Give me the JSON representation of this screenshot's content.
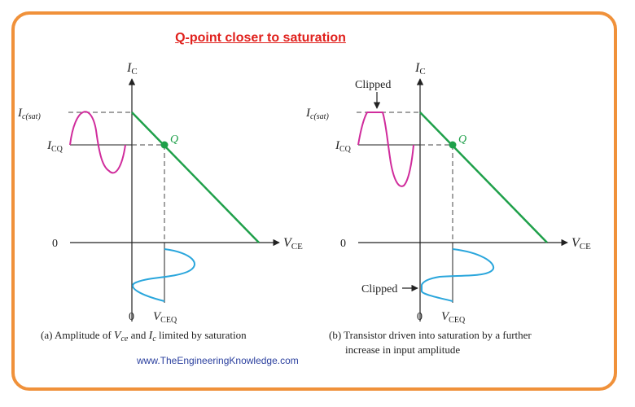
{
  "title": "Q-point closer to saturation",
  "website": "www.TheEngineeringKnowledge.com",
  "colors": {
    "frame": "#f0913a",
    "title": "#e0201c",
    "load_line": "#1fa04a",
    "input_wave": "#d02c9c",
    "output_wave": "#2aa6dc",
    "url": "#2a3f9e"
  },
  "diagrams": [
    {
      "id": "a",
      "y_axis_label": "I",
      "y_axis_sub": "C",
      "x_axis_label": "V",
      "x_axis_sub": "CE",
      "ic_sat_label": "I",
      "ic_sat_sub": "c(sat)",
      "icq_label": "I",
      "icq_sub": "CQ",
      "q_label": "Q",
      "zero_y": "0",
      "zero_x": "0",
      "vceq_label": "V",
      "vceq_sub": "CEQ",
      "caption_parts": [
        "(a) Amplitude of ",
        "V",
        "ce",
        " and ",
        "I",
        "c",
        " limited by saturation"
      ],
      "clipped_top": "",
      "clipped_bottom": ""
    },
    {
      "id": "b",
      "y_axis_label": "I",
      "y_axis_sub": "C",
      "x_axis_label": "V",
      "x_axis_sub": "CE",
      "ic_sat_label": "I",
      "ic_sat_sub": "c(sat)",
      "icq_label": "I",
      "icq_sub": "CQ",
      "q_label": "Q",
      "zero_y": "0",
      "zero_x": "0",
      "vceq_label": "V",
      "vceq_sub": "CEQ",
      "caption_line1": "(b) Transistor driven into saturation by a further",
      "caption_line2": "increase in input amplitude",
      "clipped_top": "Clipped",
      "clipped_bottom": "Clipped"
    }
  ]
}
